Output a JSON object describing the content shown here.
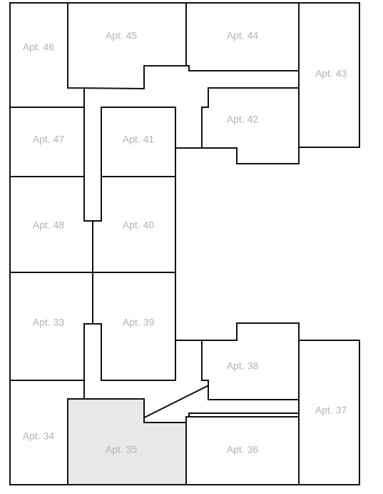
{
  "floor_plan": {
    "colors": {
      "selected_fill": "#e8e8e8",
      "unit_fill": "#ffffff",
      "wall": "#111111",
      "label": "#b3b3b3"
    },
    "selected_unit": "Apt. 35",
    "units": [
      {
        "id": "apt-46",
        "label": "Apt. 46"
      },
      {
        "id": "apt-45",
        "label": "Apt. 45"
      },
      {
        "id": "apt-44",
        "label": "Apt. 44"
      },
      {
        "id": "apt-43",
        "label": "Apt. 43"
      },
      {
        "id": "apt-42",
        "label": "Apt. 42"
      },
      {
        "id": "apt-47",
        "label": "Apt. 47"
      },
      {
        "id": "apt-41",
        "label": "Apt. 41"
      },
      {
        "id": "apt-48",
        "label": "Apt. 48"
      },
      {
        "id": "apt-40",
        "label": "Apt. 40"
      },
      {
        "id": "apt-33",
        "label": "Apt. 33"
      },
      {
        "id": "apt-39",
        "label": "Apt. 39"
      },
      {
        "id": "apt-38",
        "label": "Apt. 38"
      },
      {
        "id": "apt-37",
        "label": "Apt. 37"
      },
      {
        "id": "apt-34",
        "label": "Apt. 34"
      },
      {
        "id": "apt-35",
        "label": "Apt. 35"
      },
      {
        "id": "apt-36",
        "label": "Apt. 36"
      }
    ]
  }
}
